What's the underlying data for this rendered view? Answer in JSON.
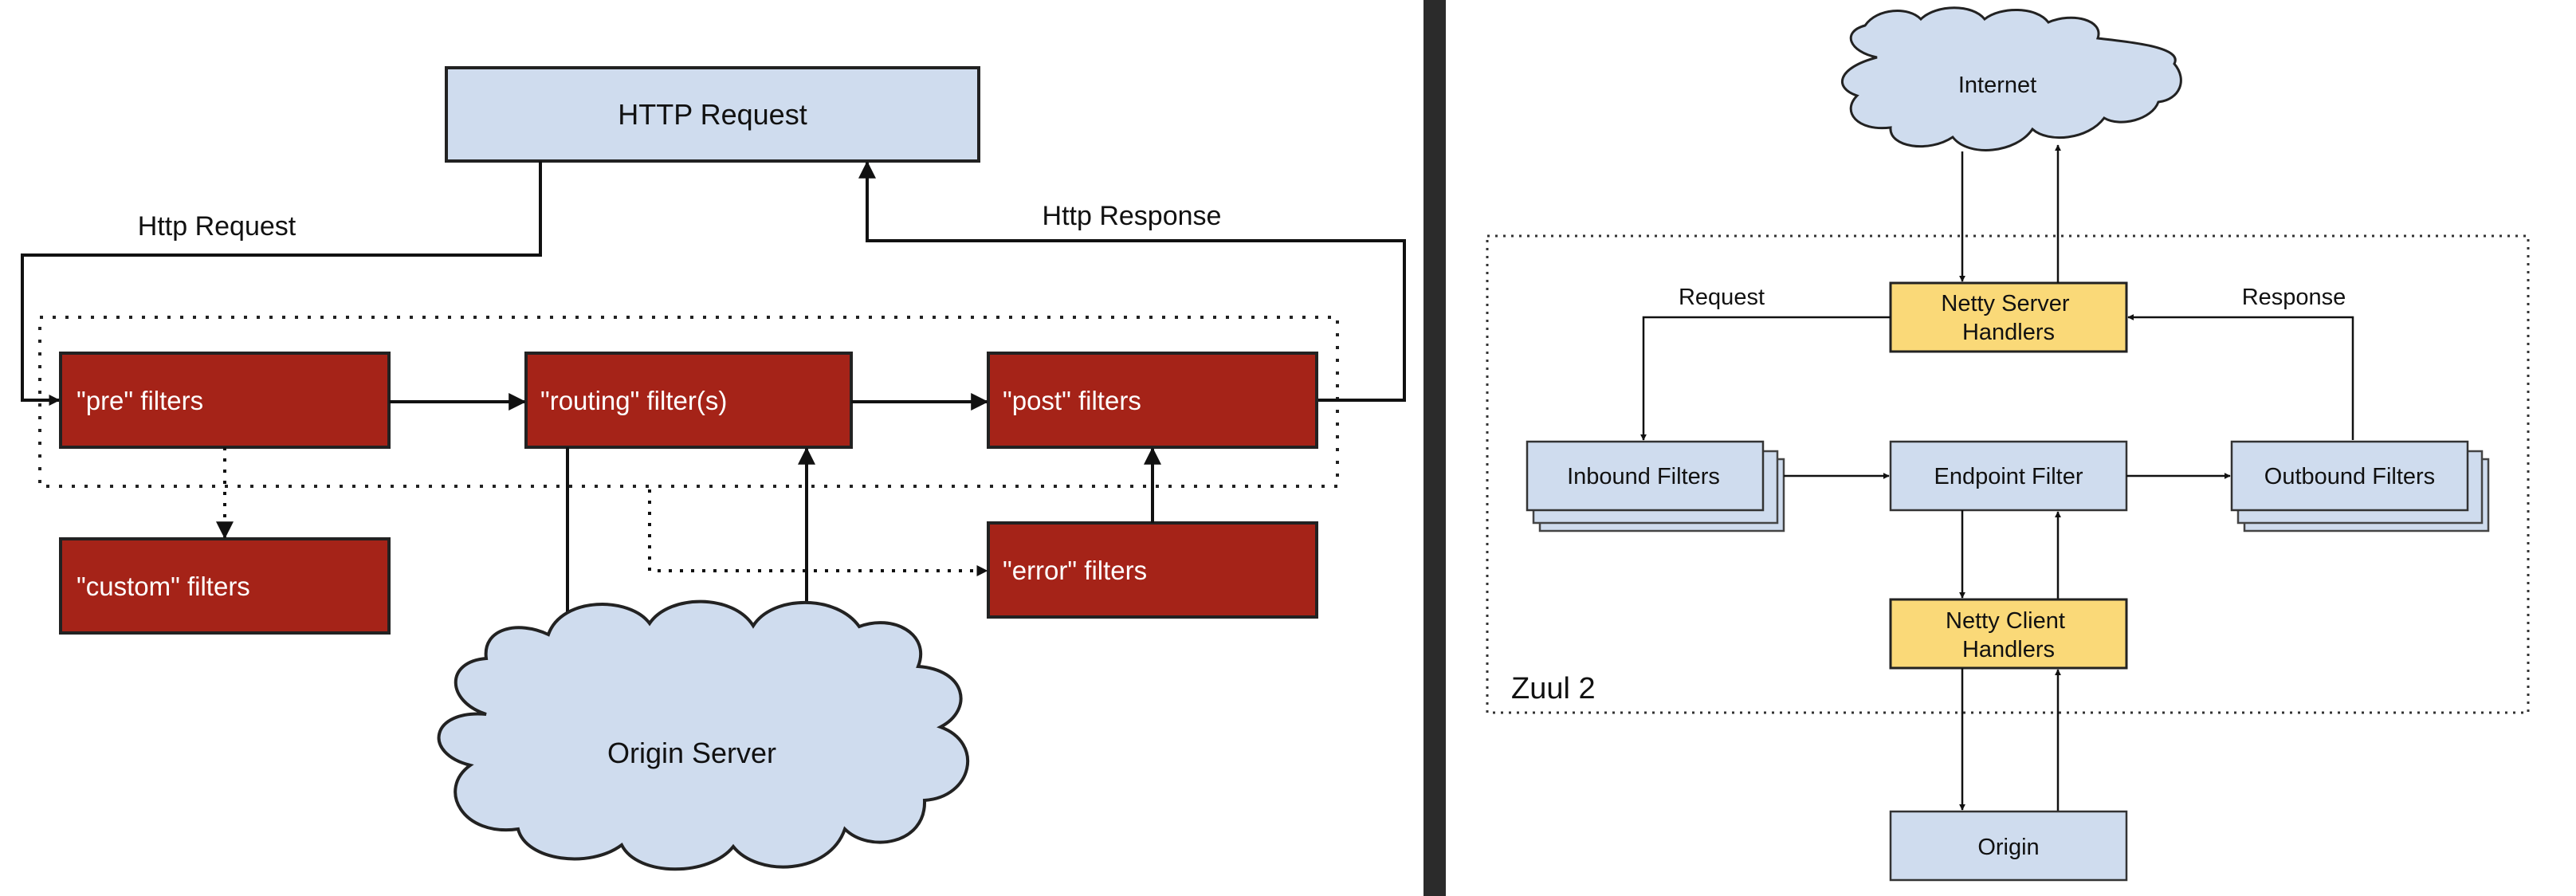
{
  "left_diagram": {
    "http_request_box": "HTTP Request",
    "http_request_label": "Http Request",
    "http_response_label": "Http Response",
    "pre_filters": "\"pre\" filters",
    "routing_filters": "\"routing\" filter(s)",
    "post_filters": "\"post\" filters",
    "custom_filters": "\"custom\" filters",
    "error_filters": "\"error\" filters",
    "origin_server": "Origin Server"
  },
  "right_diagram": {
    "internet": "Internet",
    "request_label": "Request",
    "response_label": "Response",
    "netty_server_handlers": [
      "Netty Server",
      "Handlers"
    ],
    "inbound_filters": "Inbound Filters",
    "endpoint_filter": "Endpoint Filter",
    "outbound_filters": "Outbound Filters",
    "netty_client_handlers": [
      "Netty Client",
      "Handlers"
    ],
    "zuul_label": "Zuul 2",
    "origin": "Origin"
  },
  "colors": {
    "panel_background": "#ffffff",
    "separator": "#2b2b2b",
    "filter_red": "#a52318",
    "light_blue": "#cfdcee",
    "handler_yellow": "#fad978",
    "stroke": "#111111"
  }
}
